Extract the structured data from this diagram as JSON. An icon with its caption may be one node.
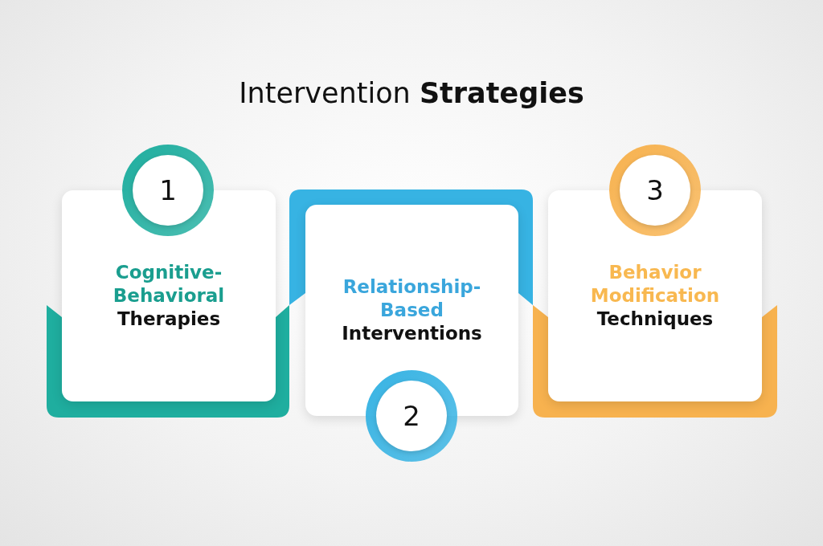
{
  "diagram": {
    "title": "Intervention **Strategies**",
    "nodes": [
      {
        "text": [
          "1"
        ]
      },
      {
        "text": [
          "Cognitive-Behavioral Therapies"
        ]
      },
      {
        "text": [
          "Relationship-Based Interventions"
        ]
      },
      {
        "text": [
          "2"
        ]
      },
      {
        "text": [
          "3"
        ]
      },
      {
        "text": [
          "Behavior Modification Techniques"
        ]
      }
    ]
  }
}
